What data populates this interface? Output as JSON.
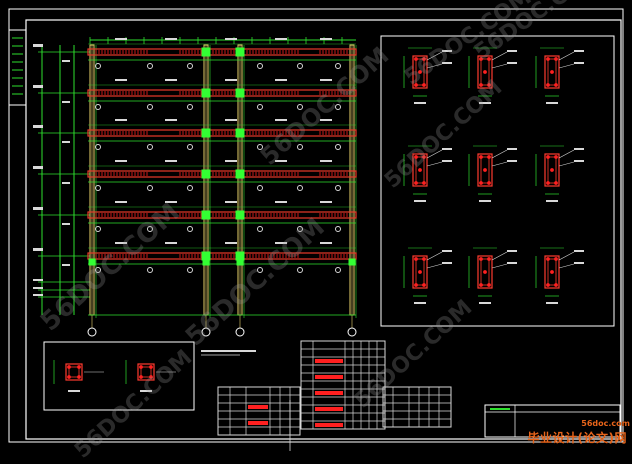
{
  "watermark": {
    "text": "56DOC.COM"
  },
  "site_badge": {
    "url": "56doc.com",
    "label": "毕业设计(论文)网"
  },
  "colors": {
    "frame": "#ffffff",
    "beam": "#e83a2a",
    "column": "#e8d26a",
    "rebar": "#ff2020",
    "dim": "#2ee02e",
    "joint": "#33ff33",
    "table": "#d8d8d8",
    "section": "#ff3b2f",
    "grid_bubble": "#ffffff"
  }
}
